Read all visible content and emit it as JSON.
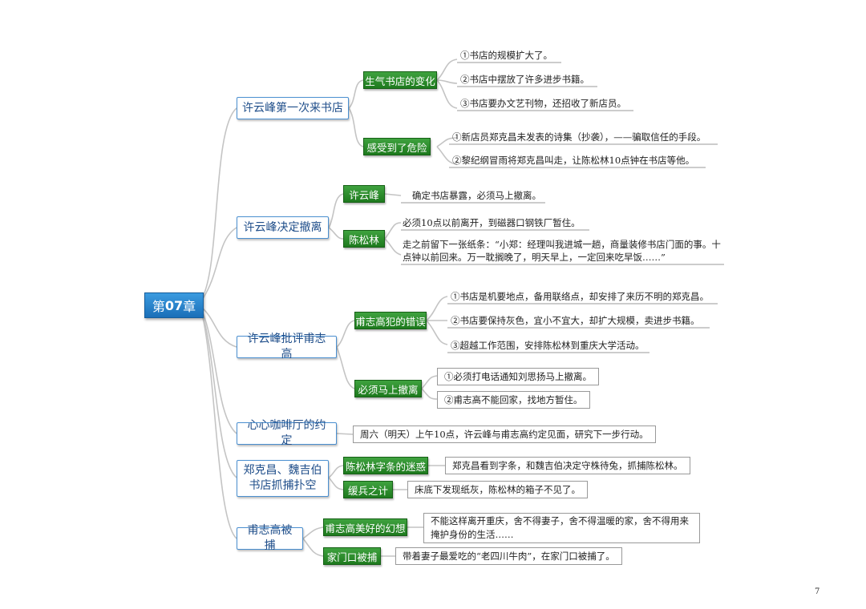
{
  "root": {
    "prefix": "第",
    "number": "07",
    "suffix": "章"
  },
  "topics": {
    "t1": "许云峰第一次来书店",
    "t2": "许云峰决定撤离",
    "t3": "许云峰批评甫志高",
    "t4": "心心咖啡厅的约定",
    "t5": "郑克昌、魏吉伯书店抓捕扑空",
    "t6": "甫志高被捕"
  },
  "tags": {
    "t1a": "生气书店的变化",
    "t1b": "感受到了危险",
    "t2a": "许云峰",
    "t2b": "陈松林",
    "t3a": "甫志高犯的错误",
    "t3b": "必须马上撤离",
    "t5a": "陈松林字条的迷惑",
    "t5b": "缓兵之计",
    "t6a": "甫志高美好的幻想",
    "t6b": "家门口被捕"
  },
  "leaves": {
    "l1": "①书店的规模扩大了。",
    "l2": "②书店中摆放了许多进步书籍。",
    "l3": "③书店要办文艺刊物，还招收了新店员。",
    "l4": "①新店员郑克昌未发表的诗集（抄袭），——骗取信任的手段。",
    "l5": "②黎纪纲冒雨将郑克昌叫走，让陈松林10点钟在书店等他。",
    "l6": "确定书店暴露，必须马上撤离。",
    "l7": "必须10点以前离开，到磁器口钢铁厂暂住。",
    "l8": "走之前留下一张纸条：“小郑：经理叫我进城一趟，商量装修书店门面的事。十点钟以前回来。万一耽搁晚了，明天早上，一定回来吃早饭……”",
    "l9": "①书店是机要地点，备用联络点，却安排了来历不明的郑克昌。",
    "l10": "②书店要保持灰色，宜小不宜大，却扩大规模，卖进步书籍。",
    "l11": "③超越工作范围，安排陈松林到重庆大学活动。",
    "l12": "①必须打电话通知刘思扬马上撤离。",
    "l13": "②甫志高不能回家，找地方暂住。",
    "l14": "周六（明天）上午10点，许云峰与甫志高约定见面，研究下一步行动。",
    "l15": "郑克昌看到字条，和魏吉伯决定守株待兔，抓捕陈松林。",
    "l16": "床底下发现纸灰，陈松林的箱子不见了。",
    "l17": "不能这样离开重庆，舍不得妻子，舍不得温暖的家，舍不得用来掩护身份的生活……",
    "l18": "带着妻子最爱吃的“老四川牛肉”，在家门口被捕了。"
  },
  "page_number": "7",
  "colors": {
    "root": "#1a6fb8",
    "topic_border": "#4a8fd0",
    "tag": "#2a8a2a",
    "line": "#b8b8b8"
  }
}
